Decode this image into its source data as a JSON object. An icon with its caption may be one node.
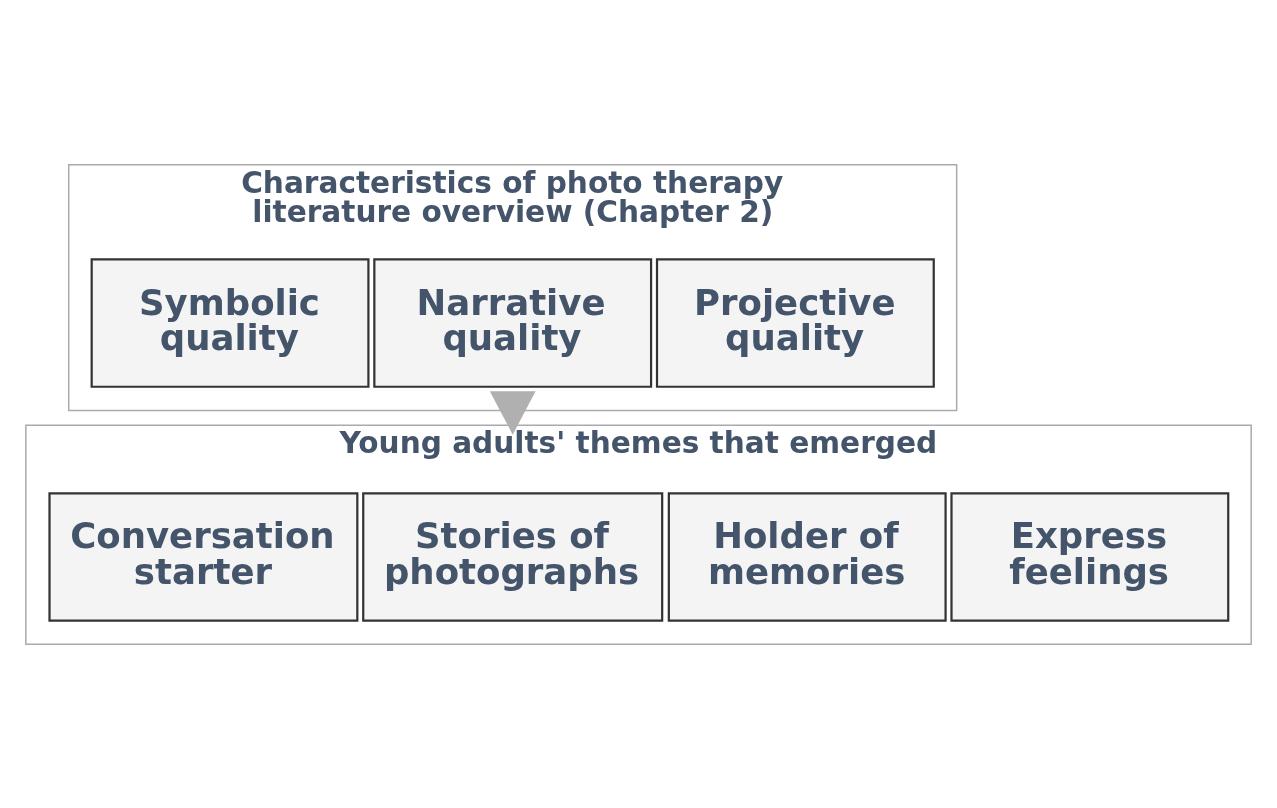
{
  "diagram": {
    "nodes": [
      {
        "text": [
          "Characteristics of photo therapy literature overview (Chapter 2)"
        ]
      },
      {
        "text": [
          "Projective quality"
        ],
        "in": 0
      },
      {
        "text": [
          "Narrative quality"
        ],
        "in": 0
      },
      {
        "text": [
          "Symbolic quality"
        ],
        "in": 0
      },
      {
        "text": [
          "Young adults' themes that emerged"
        ]
      },
      {
        "text": [
          "Express feelings"
        ],
        "in": 4
      },
      {
        "text": [
          "Holder of memories"
        ],
        "in": 4
      },
      {
        "text": [
          "Stories of photographs"
        ],
        "in": 4
      },
      {
        "text": [
          "Conversation starter"
        ],
        "in": 4
      }
    ],
    "edges": [
      {
        "from": 0,
        "to": 4,
        "arrow": "to"
      }
    ]
  }
}
